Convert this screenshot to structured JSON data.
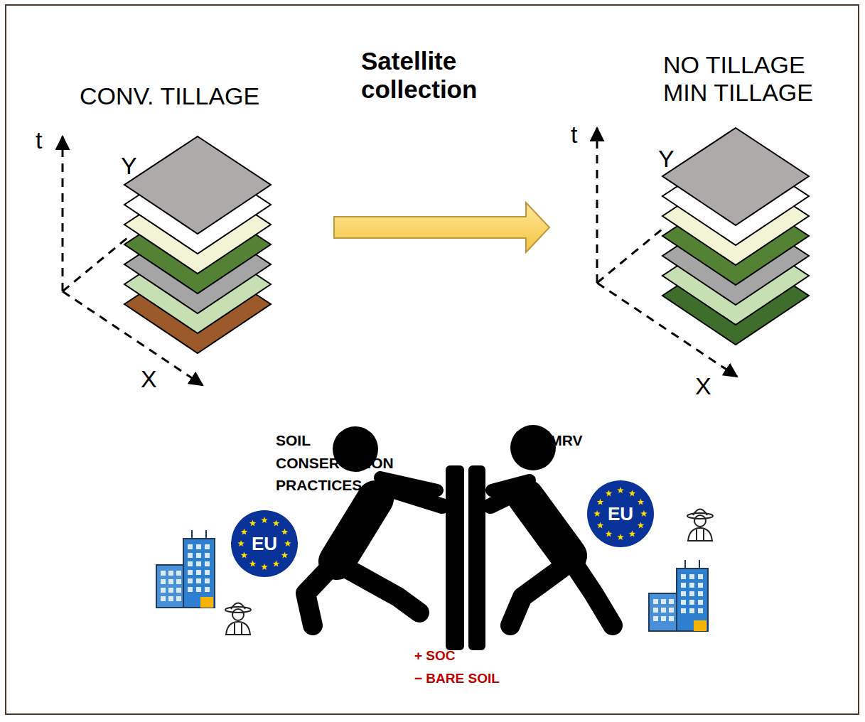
{
  "diagram": {
    "nodes": [
      {
        "text": [
          "EU"
        ]
      },
      {
        "text": [
          "EU"
        ]
      }
    ],
    "labels": [
      "CONV. TILLAGE",
      "Satellite collection",
      "NO TILLAGE MIN TILLAGE",
      "t",
      "Y",
      "X",
      "t",
      "Y",
      "X",
      "SOIL CONSERVATION PRACTICES",
      "SOC MRV",
      "+ SOC",
      "− BARE SOIL"
    ]
  }
}
